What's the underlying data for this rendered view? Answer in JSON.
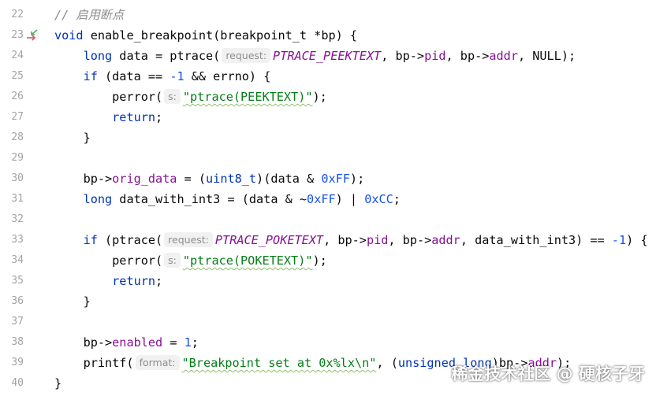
{
  "lines": [
    {
      "num": "22",
      "parts": [
        {
          "t": "// 启用断点",
          "c": "cmt"
        }
      ]
    },
    {
      "num": "23",
      "parts": [
        {
          "t": "void",
          "c": "kw"
        },
        {
          "t": " enable_breakpoint(breakpoint_t *bp) {"
        }
      ]
    },
    {
      "num": "24",
      "parts": [
        {
          "t": "    "
        },
        {
          "t": "long",
          "c": "kw"
        },
        {
          "t": " data = ptrace("
        },
        {
          "hint": "request:"
        },
        {
          "t": "PTRACE_PEEKTEXT",
          "c": "mac"
        },
        {
          "t": ", bp->"
        },
        {
          "t": "pid",
          "c": "fld"
        },
        {
          "t": ", bp->"
        },
        {
          "t": "addr",
          "c": "fld"
        },
        {
          "t": ", NULL);"
        }
      ]
    },
    {
      "num": "25",
      "parts": [
        {
          "t": "    "
        },
        {
          "t": "if",
          "c": "kw"
        },
        {
          "t": " (data == "
        },
        {
          "t": "-1",
          "c": "num"
        },
        {
          "t": " && errno) {"
        }
      ]
    },
    {
      "num": "26",
      "parts": [
        {
          "t": "        perror("
        },
        {
          "hint": "s:"
        },
        {
          "t": "\"ptrace(PEEKTEXT)\"",
          "c": "str"
        },
        {
          "t": ");"
        }
      ]
    },
    {
      "num": "27",
      "parts": [
        {
          "t": "        "
        },
        {
          "t": "return",
          "c": "kw"
        },
        {
          "t": ";"
        }
      ]
    },
    {
      "num": "28",
      "parts": [
        {
          "t": "    }"
        }
      ]
    },
    {
      "num": "29",
      "parts": []
    },
    {
      "num": "30",
      "parts": [
        {
          "t": "    bp->"
        },
        {
          "t": "orig_data",
          "c": "fld"
        },
        {
          "t": " = ("
        },
        {
          "t": "uint8_t",
          "c": "kw"
        },
        {
          "t": ")(data & "
        },
        {
          "t": "0xFF",
          "c": "num"
        },
        {
          "t": ");"
        }
      ]
    },
    {
      "num": "31",
      "parts": [
        {
          "t": "    "
        },
        {
          "t": "long",
          "c": "kw"
        },
        {
          "t": " data_with_int3 = (data & ~"
        },
        {
          "t": "0xFF",
          "c": "num"
        },
        {
          "t": ") | "
        },
        {
          "t": "0xCC",
          "c": "num"
        },
        {
          "t": ";"
        }
      ]
    },
    {
      "num": "32",
      "parts": []
    },
    {
      "num": "33",
      "parts": [
        {
          "t": "    "
        },
        {
          "t": "if",
          "c": "kw"
        },
        {
          "t": " (ptrace("
        },
        {
          "hint": "request:"
        },
        {
          "t": "PTRACE_POKETEXT",
          "c": "mac"
        },
        {
          "t": ", bp->"
        },
        {
          "t": "pid",
          "c": "fld"
        },
        {
          "t": ", bp->"
        },
        {
          "t": "addr",
          "c": "fld"
        },
        {
          "t": ", data_with_int3) == "
        },
        {
          "t": "-1",
          "c": "num"
        },
        {
          "t": ") {"
        }
      ]
    },
    {
      "num": "34",
      "parts": [
        {
          "t": "        perror("
        },
        {
          "hint": "s:"
        },
        {
          "t": "\"ptrace(POKETEXT)\"",
          "c": "str"
        },
        {
          "t": ");"
        }
      ]
    },
    {
      "num": "35",
      "parts": [
        {
          "t": "        "
        },
        {
          "t": "return",
          "c": "kw"
        },
        {
          "t": ";"
        }
      ]
    },
    {
      "num": "36",
      "parts": [
        {
          "t": "    }"
        }
      ]
    },
    {
      "num": "37",
      "parts": []
    },
    {
      "num": "38",
      "parts": [
        {
          "t": "    bp->"
        },
        {
          "t": "enabled",
          "c": "fld"
        },
        {
          "t": " = "
        },
        {
          "t": "1",
          "c": "num"
        },
        {
          "t": ";"
        }
      ]
    },
    {
      "num": "39",
      "parts": [
        {
          "t": "    printf("
        },
        {
          "hint": "format:"
        },
        {
          "t": "\"Breakpoint set at 0x%lx\\n\"",
          "c": "str"
        },
        {
          "t": ", ("
        },
        {
          "t": "unsigned long",
          "c": "kw"
        },
        {
          "t": ")bp->"
        },
        {
          "t": "addr",
          "c": "fld"
        },
        {
          "t": ");"
        }
      ]
    },
    {
      "num": "40",
      "parts": [
        {
          "t": "}"
        }
      ]
    }
  ],
  "gutter_icon": {
    "line": "23",
    "icon": "navigate-declaration-icon",
    "colors": {
      "up": "#59a869",
      "down": "#db5860"
    }
  },
  "watermark": "稀金技术社区 @ 硬核子牙",
  "colors": {
    "keyword": "#0033b3",
    "field": "#871094",
    "number": "#1750eb",
    "string": "#067d17",
    "comment": "#8c8c8c",
    "line_number": "#a3a3a3"
  }
}
